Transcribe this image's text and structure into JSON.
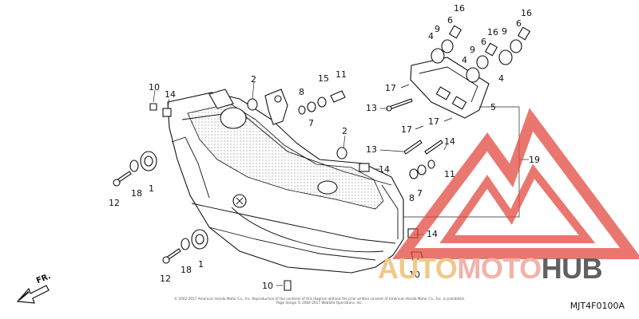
{
  "diagram": {
    "code": "MJT4F0100A",
    "front_label": "FR.",
    "copyright": "© 2002-2017 American Honda Motor Co., Inc. Reproduction of the contents of this diagram without the prior written consent of American Honda Motor Co., Inc. is prohibited. Page design © 2004-2017 WebSite Operations, Inc.",
    "callouts": [
      "1",
      "1",
      "2",
      "2",
      "4",
      "4",
      "4",
      "5",
      "6",
      "6",
      "6",
      "7",
      "7",
      "8",
      "8",
      "9",
      "9",
      "9",
      "10",
      "10",
      "10",
      "11",
      "11",
      "12",
      "12",
      "13",
      "13",
      "14",
      "14",
      "14",
      "14",
      "15",
      "16",
      "16",
      "16",
      "17",
      "17",
      "17",
      "18",
      "18",
      "19"
    ]
  },
  "watermark": {
    "parts": [
      "AUTO",
      "MOTO",
      "HUB"
    ],
    "colors": {
      "auto": "#f1c88a",
      "moto": "#f2b2a8",
      "hub": "#606060",
      "logo": "#e24a40"
    }
  }
}
